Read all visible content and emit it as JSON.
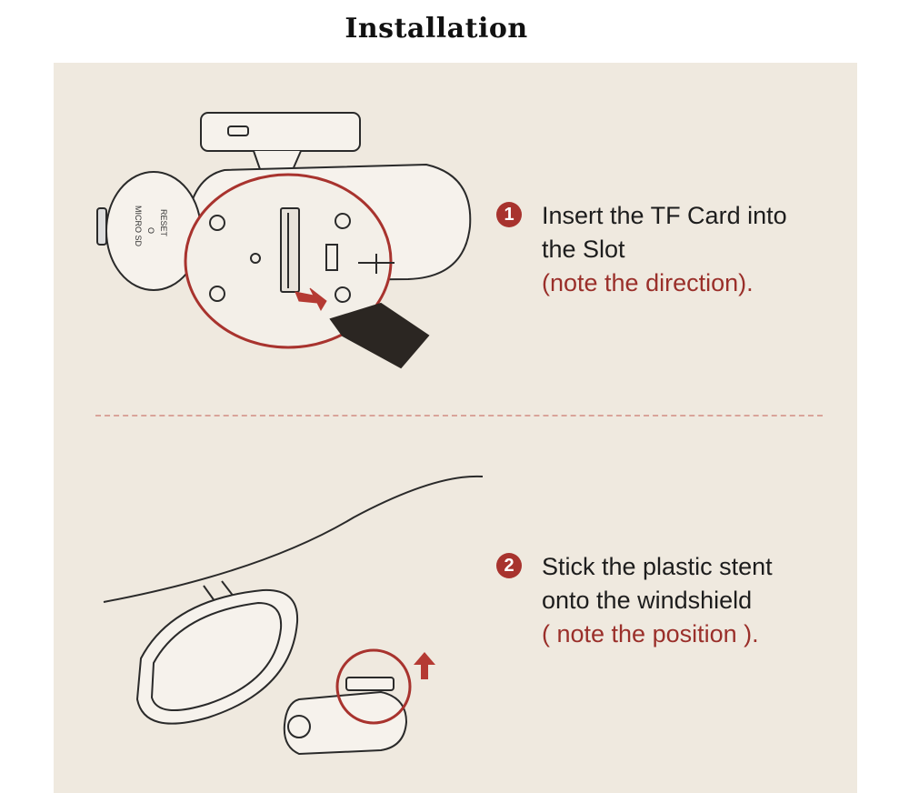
{
  "title": "Installation",
  "steps": [
    {
      "number": "1",
      "lines": [
        "Insert the TF Card into",
        "the Slot"
      ],
      "note": "(note the direction)."
    },
    {
      "number": "2",
      "lines": [
        "Stick the plastic stent",
        "onto the windshield"
      ],
      "note": "( note the position )."
    }
  ],
  "device_labels": [
    "RESET",
    "O",
    "MICRO SD"
  ],
  "colors": {
    "accent": "#a8332e",
    "note_text": "#9a2f2a",
    "card_background": "#efe9df",
    "divider": "#d9a49a"
  }
}
